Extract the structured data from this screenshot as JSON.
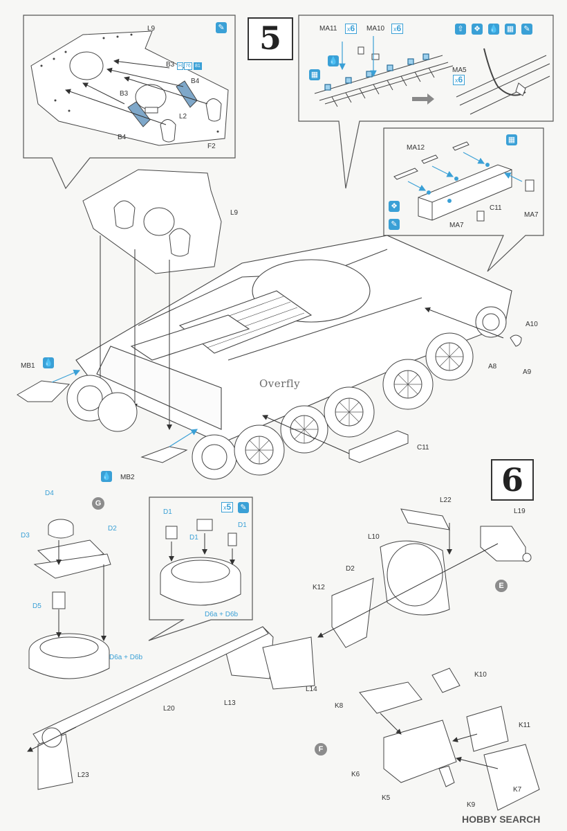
{
  "step5": {
    "number": "5",
    "inset_l9": {
      "labels": {
        "L9": "L9",
        "B3a": "B3",
        "B3b": "B3",
        "B4a": "B4",
        "B4b": "B4",
        "L2": "L2",
        "F2": "F2"
      },
      "b3_badges": [
        "H",
        "76",
        "81"
      ]
    },
    "inset_track": {
      "labels": {
        "MA11": "MA11",
        "MA10": "MA10",
        "MA5": "MA5"
      },
      "ma11_qty": "6",
      "ma10_qty": "6",
      "ma5_qty": "6",
      "qty_prefix": "x"
    },
    "inset_box": {
      "labels": {
        "MA12": "MA12",
        "C11": "C11",
        "MA7a": "MA7",
        "MA7b": "MA7"
      }
    },
    "main": {
      "labels": {
        "L9": "L9",
        "MB1": "MB1",
        "MB2": "MB2",
        "A10": "A10",
        "A8": "A8",
        "A9": "A9",
        "C11": "C11"
      },
      "watermark": "Overfly"
    }
  },
  "step6": {
    "number": "6",
    "inset_d1": {
      "labels": {
        "D1a": "D1",
        "D1b": "D1",
        "D1c": "D1",
        "D6": "D6a + D6b"
      },
      "qty": "5",
      "qty_prefix": "x"
    },
    "labels": {
      "D4": "D4",
      "D3": "D3",
      "D2left": "D2",
      "D5": "D5",
      "D6": "D6a + D6b",
      "L22": "L22",
      "L19": "L19",
      "L10": "L10",
      "D2mid": "D2",
      "K12": "K12",
      "L13": "L13",
      "L14": "L14",
      "L20": "L20",
      "L23": "L23",
      "K10": "K10",
      "K8": "K8",
      "K11": "K11",
      "K6": "K6",
      "K5": "K5",
      "K9": "K9",
      "K7": "K7"
    },
    "subassemblies": {
      "G": "G",
      "E": "E",
      "F": "F"
    }
  },
  "footer": {
    "brand": "HOBBY SEARCH"
  },
  "colors": {
    "accent": "#3aa0d6",
    "line": "#444444",
    "paper": "#f7f7f5",
    "part_fill": "#ffffff",
    "photo_etch": "#7ea7c9"
  },
  "icons": [
    "glue-icon",
    "drill-icon",
    "photoetch-icon",
    "bend-icon",
    "cement-icon",
    "arrow-right-icon"
  ]
}
